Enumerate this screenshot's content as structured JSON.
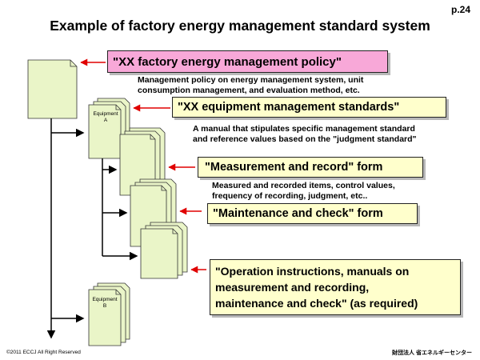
{
  "page_number": "p.24",
  "title": "Example of factory energy management standard system",
  "callouts": {
    "policy": "\"XX factory energy management policy\"",
    "equipment_standards": "\"XX equipment management standards\"",
    "measurement_form": "\"Measurement and record\" form",
    "maintenance_form": "\"Maintenance and check\" form",
    "operation_instructions": {
      "line1": "\"Operation instructions, manuals on",
      "line2": "measurement and recording,",
      "line3": "maintenance and check\" (as required)"
    }
  },
  "descriptions": {
    "policy": {
      "line1": "Management policy on energy management system, unit",
      "line2": "consumption management, and evaluation method, etc."
    },
    "equipment_standards": {
      "line1": "A manual that stipulates specific management standard",
      "line2": "and reference values based on the \"judgment standard\""
    },
    "measurement_form": {
      "line1": "Measured and recorded items, control values,",
      "line2": "frequency of recording, judgment, etc.."
    }
  },
  "documents": {
    "equipment_a": {
      "line1": "Equipment",
      "line2": "A"
    },
    "equipment_b": {
      "line1": "Equipment",
      "line2": "B"
    }
  },
  "footer": {
    "copyright": "©2011 ECCJ All Right Reserved",
    "organization": "財団法人 省エネルギーセンター"
  },
  "colors": {
    "policy_box": "#f8a8d8",
    "callout_box": "#ffffcc",
    "document_fill": "#eaf5c8",
    "arrow_red": "#e00000",
    "connector": "#000000"
  }
}
